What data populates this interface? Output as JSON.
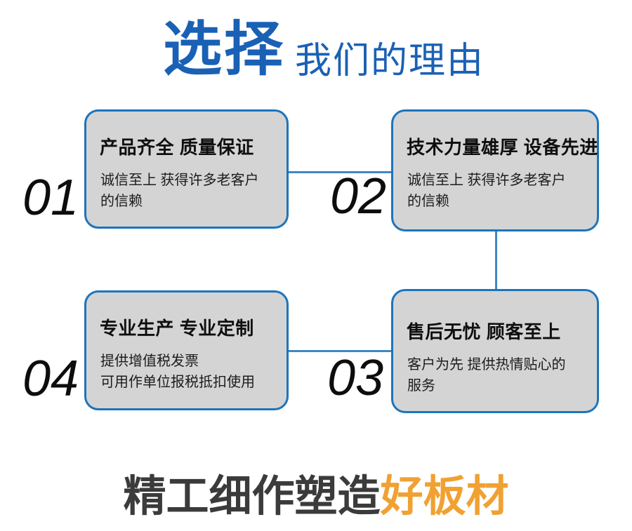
{
  "title": {
    "main": "选择",
    "sub": "我们的理由"
  },
  "cards": [
    {
      "number": "01",
      "title": "产品齐全 质量保证",
      "desc": "诚信至上 获得许多老客户\n的信赖"
    },
    {
      "number": "02",
      "title": "技术力量雄厚 设备先进",
      "desc": "诚信至上 获得许多老客户\n的信赖"
    },
    {
      "number": "03",
      "title": "售后无忧 顾客至上",
      "desc": "客户为先 提供热情贴心的\n服务"
    },
    {
      "number": "04",
      "title": "专业生产 专业定制",
      "desc": "提供增值税发票\n可用作单位报税抵扣使用"
    }
  ],
  "footer": {
    "text_dark": "精工细作塑造",
    "text_orange": "好板材"
  },
  "colors": {
    "title_blue": "#1a61b5",
    "border_blue": "#1c75bc",
    "connector_blue": "#3f87c5",
    "card_bg": "#d4d4d4",
    "text_dark": "#1c1c1c",
    "footer_gray": "#3b3b3b",
    "accent_orange": "#f0a132"
  }
}
